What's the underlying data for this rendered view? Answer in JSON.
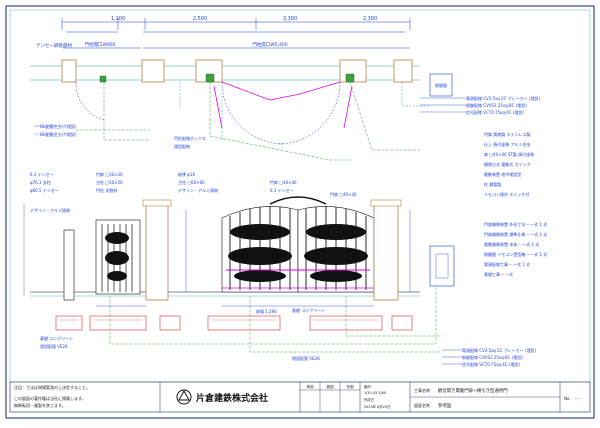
{
  "plan": {
    "dims_top": [
      "1,100",
      "2,500",
      "3,300",
      "2,300"
    ],
    "opening_left": "門柱開口W900",
    "opening_main": "門柱開口W5,400",
    "label_tensei": "テンセー鋼管部材",
    "notes_left": [
      "GL配管立上げ(埋設)",
      "GL配管立上げ(埋設)"
    ],
    "mid_labels": [
      "門柱配線ボックス",
      "埋設配線"
    ],
    "right_box": "制御盤",
    "right_notes": [
      "電源配線 CV3.5sq 2C ブレーカー (埋設)",
      "制御配線 CVVS1.25sq-8C (埋設)",
      "信号配線 VCT0.75sq-4C (埋設)"
    ]
  },
  "elevation": {
    "left_labels": [
      "6.3 テンセー",
      "φ76.3 支柱",
      "φ60.5 テンセー",
      "門扉 □30×30",
      "主柱 □50×50",
      "門柱 化粧材",
      "デザイン・アルミ鋳物"
    ],
    "center_labels": [
      "縦桟 φ16",
      "主柱 □60×60",
      "デザイン・アルミ鋳物",
      "門扉 □40×40",
      "6.3 テンセー"
    ],
    "right_labels": [
      "門扉 □40×40",
      "扉幅 1,290"
    ],
    "bottom_labels": [
      "基礎 コンクリート",
      "埋設配管 VE28",
      "基礎 コンクリート",
      "埋設配管 VE28"
    ],
    "right_bottom_notes": [
      "電源配線 CV3.5sq 2C ブレーカー (埋設)",
      "制御配線 CVVS1.25sq-8C (埋設)",
      "信号配線 VCT0.75sq-4C (埋設)"
    ]
  },
  "specs": {
    "rows": [
      "門扉 鋳物製 ステンレス製",
      "仕上 焼付塗装 アルミ合金",
      "扉 □40×40 ST製 焼付塗装",
      "開閉方式 電動式 スイング",
      "駆動装置 地中埋設型",
      "柱 鋼管製",
      "リモコン操作 スイッチ付"
    ],
    "rows2": [
      "門扉開閉装置 外形寸法 ─ 一式 1 式",
      "門扉開閉装置 標準仕様 ─ 一式 1 式",
      "電動開閉装置 本体 ─ 一式 1 式",
      "制御盤 リモコン受信機 ─ 一式 1 式",
      "電源配線工事 ─ 一式 1 式",
      "基礎工事 ─ 一式"
    ]
  },
  "title_block": {
    "notes": [
      "注記：寸法は現場実測の上決定すること。",
      "この図面の著作権は当社に帰属します。",
      "無断転用・複製を禁じます。"
    ],
    "company": "片倉建鉄株式会社",
    "headers": [
      "承認",
      "検図",
      "作図"
    ],
    "meta_label": "縮尺",
    "meta_values": [
      "1/30 A3:1/60",
      "作成日",
      "2023年 6月20日"
    ],
    "project_label": "工事名称",
    "project": "観音開き電動門扉+横引き型通用門",
    "drawing_label": "図面名称",
    "drawing": "参考図",
    "no_label": "No.",
    "no_value": "- - -"
  },
  "colors": {
    "line": "#2aa6b0",
    "blue": "#1f3fd6",
    "magenta": "#e000e0",
    "green": "#3aa040",
    "red": "#d23030",
    "black": "#111111",
    "brown": "#b08040"
  }
}
